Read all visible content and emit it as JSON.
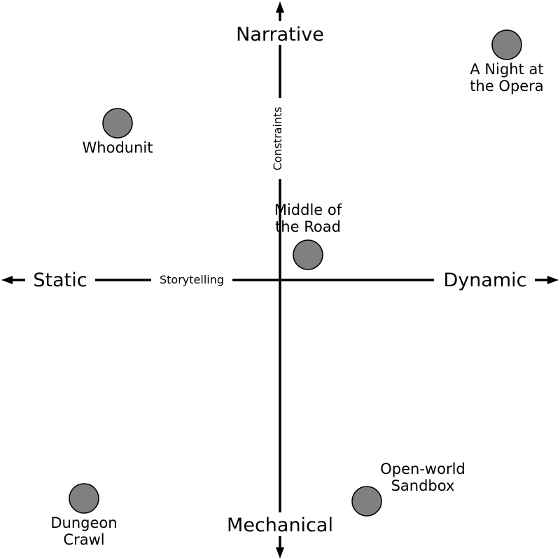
{
  "axes": {
    "horizontal": {
      "title": "Storytelling",
      "negative_pole": "Static",
      "positive_pole": "Dynamic"
    },
    "vertical": {
      "title": "Constraints",
      "positive_pole": "Narrative",
      "negative_pole": "Mechanical"
    }
  },
  "points": [
    {
      "label_lines": [
        "A Night at",
        "the Opera"
      ],
      "storytelling": 0.81,
      "constraints": 0.84,
      "label_position": "below"
    },
    {
      "label_lines": [
        "Whodunit"
      ],
      "storytelling": -0.58,
      "constraints": 0.56,
      "label_position": "below"
    },
    {
      "label_lines": [
        "Middle of",
        "the Road"
      ],
      "storytelling": 0.1,
      "constraints": 0.09,
      "label_position": "above"
    },
    {
      "label_lines": [
        "Open-world",
        "Sandbox"
      ],
      "storytelling": 0.31,
      "constraints": -0.79,
      "label_position": "above-right"
    },
    {
      "label_lines": [
        "Dungeon",
        "Crawl"
      ],
      "storytelling": -0.7,
      "constraints": -0.78,
      "label_position": "below"
    }
  ],
  "colors": {
    "axis": "#000000",
    "marker_fill": "#808080",
    "marker_stroke": "#000000",
    "background": "#ffffff"
  }
}
